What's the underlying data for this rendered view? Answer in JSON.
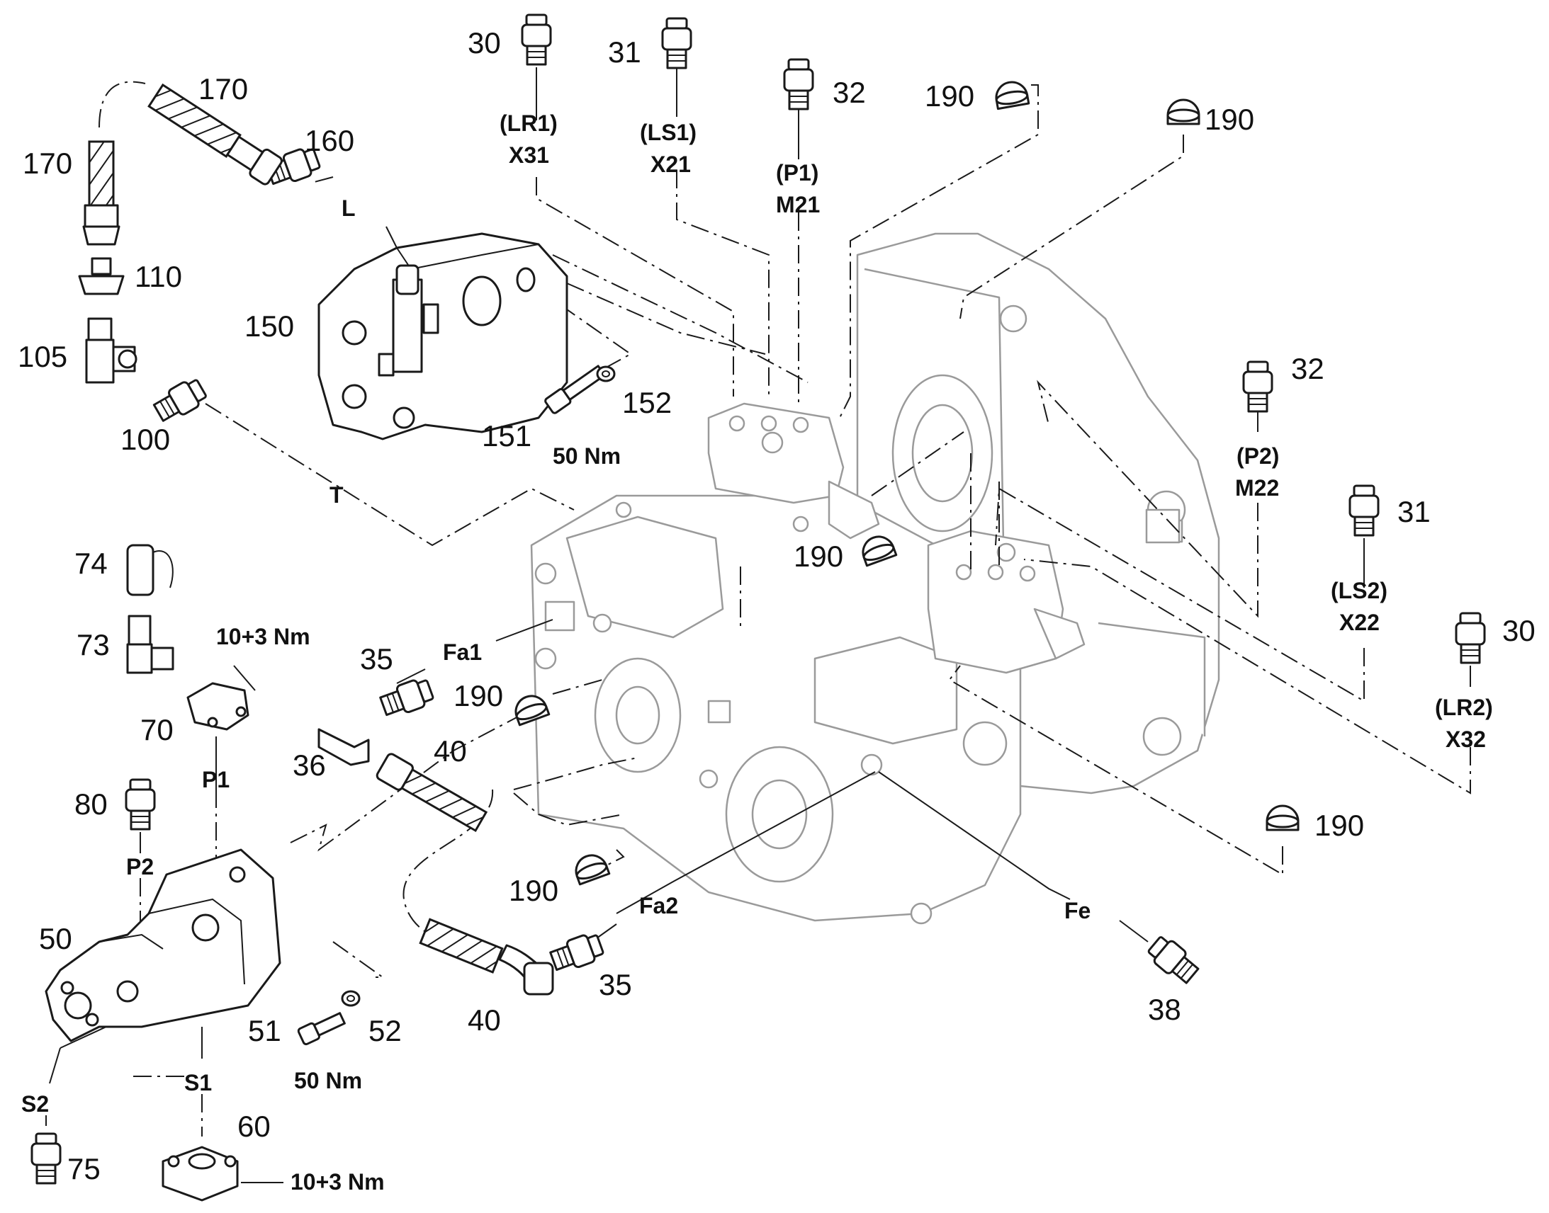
{
  "diagram": {
    "items": {
      "p30a": "30",
      "p31a": "31",
      "p32a": "32",
      "p190a": "190",
      "p190b": "190",
      "p170a": "170",
      "p170b": "170",
      "p160": "160",
      "p110": "110",
      "p105": "105",
      "p150": "150",
      "p100": "100",
      "p151": "151",
      "p152": "152",
      "p32b": "32",
      "p31b": "31",
      "p30b": "30",
      "p190c": "190",
      "p190d": "190",
      "p190e": "190",
      "p190f": "190",
      "p74": "74",
      "p73": "73",
      "p70": "70",
      "p35a": "35",
      "p36": "36",
      "p40a": "40",
      "p40b": "40",
      "p35b": "35",
      "p38": "38",
      "p80": "80",
      "p50": "50",
      "p51": "51",
      "p52": "52",
      "p60": "60",
      "p75": "75"
    },
    "ports": {
      "lr1": "(LR1)",
      "x31": "X31",
      "ls1": "(LS1)",
      "x21": "X21",
      "p1a": "(P1)",
      "m21": "M21",
      "p2a": "(P2)",
      "m22": "M22",
      "ls2": "(LS2)",
      "x22": "X22",
      "lr2": "(LR2)",
      "x32": "X32",
      "L": "L",
      "T": "T",
      "Fa1": "Fa1",
      "Fa2": "Fa2",
      "Fe": "Fe",
      "P1": "P1",
      "P2": "P2",
      "S1": "S1",
      "S2": "S2"
    },
    "torques": {
      "t151": "50 Nm",
      "t51": "50 Nm",
      "t70": "10+3 Nm",
      "t60": "10+3 Nm"
    }
  }
}
